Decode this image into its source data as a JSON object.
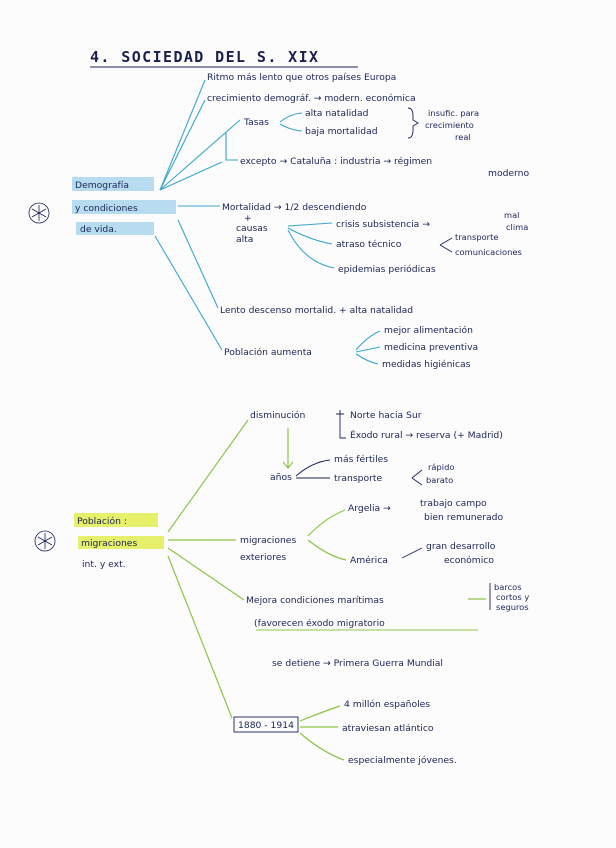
{
  "title": "4. SOCIEDAD DEL S. XIX",
  "colors": {
    "ink": "#1b2456",
    "blue_line": "#3aa6c9",
    "green_line": "#8cc44a",
    "blue_highlight": "#b7dcef",
    "yellow_highlight": "#e6f06a"
  },
  "icons": [
    "asterisk-icon",
    "asterisk-icon"
  ],
  "section1": {
    "central": [
      "Demografía",
      "y condiciones",
      "de vida."
    ],
    "b1": "Ritmo más lento que otros países Europa",
    "b2": "crecimiento demográf. → modern. económica",
    "b3": {
      "label": "Tasas",
      "alta": "alta natalidad",
      "baja": "baja mortalidad",
      "result": [
        "insufic. para",
        "crecimiento",
        "real"
      ]
    },
    "b4": [
      "excepto → Cataluña : industria → régimen",
      "moderno"
    ],
    "b5": {
      "label": "Mortalidad → 1/2 descendiendo",
      "causas": "causas",
      "plus": "+",
      "alta": "alta",
      "c1": "crisis subsistencia →",
      "c1_note": [
        "mal",
        "clima"
      ],
      "c2": "atraso técnico",
      "c2_note": [
        "transporte",
        "comunicaciones"
      ],
      "c3": "epidemias periódicas"
    },
    "b6": "Lento descenso mortalid. + alta natalidad",
    "b7": {
      "label": "Población aumenta",
      "items": [
        "mejor alimentación",
        "medicina preventiva",
        "medidas higiénicas"
      ]
    }
  },
  "section2": {
    "central": [
      "Población :",
      "migraciones",
      "int. y ext."
    ],
    "b1": {
      "label": "disminución",
      "i1": "Norte hacia Sur",
      "i2": "Éxodo rural → reserva (+ Madrid)"
    },
    "b2": {
      "label": "años",
      "i1": "más fértiles",
      "i2": "transporte",
      "note": [
        "rápido",
        "barato"
      ]
    },
    "b3": {
      "label": [
        "migraciones",
        "exteriores"
      ],
      "argelia": "Argelia →",
      "argelia_note": [
        "trabajo campo",
        "bien remunerado"
      ],
      "america": "América",
      "america_note": [
        "gran desarrollo",
        "económico"
      ]
    },
    "b4": {
      "label": "Mejora condiciones marítimas",
      "note": [
        "barcos",
        "cortos y",
        "seguros"
      ],
      "sub": "(favorecen éxodo migratorio"
    },
    "b5": "se detiene → Primera Guerra Mundial",
    "b6": {
      "label": "1880 - 1914",
      "items": [
        "4 millón españoles",
        "atraviesan atlántico",
        "especialmente jóvenes."
      ]
    }
  }
}
